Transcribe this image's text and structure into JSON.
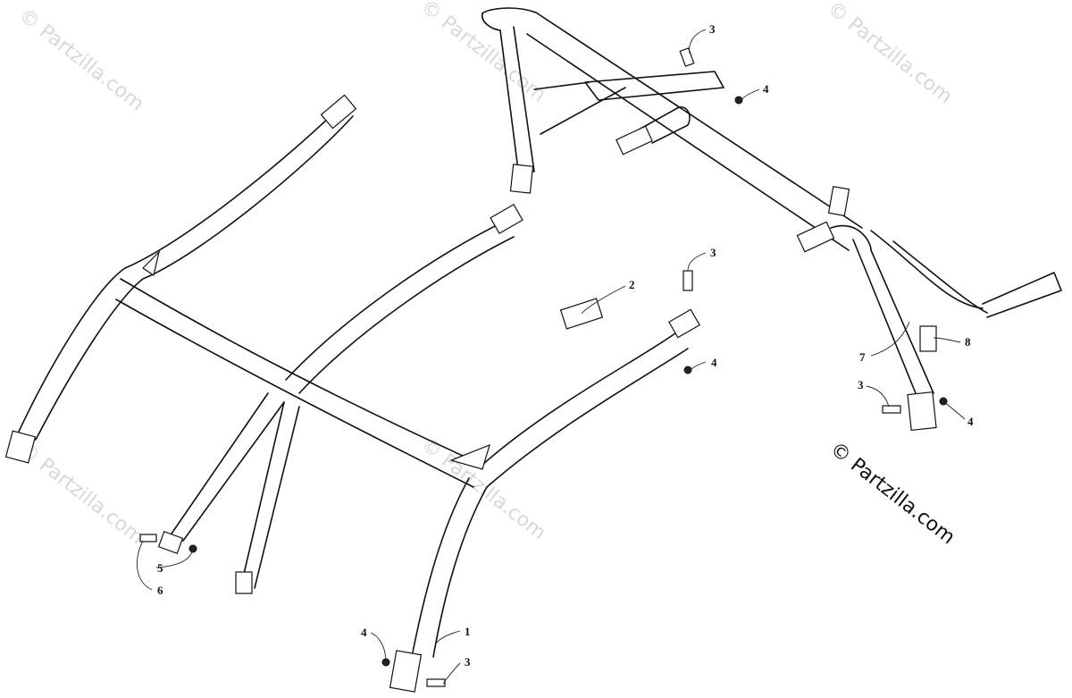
{
  "diagram": {
    "copyright": "© Partzilla.com",
    "watermark": "© Partzilla.com",
    "callouts": {
      "c1": "1",
      "c2": "2",
      "c3_top": "3",
      "c3_mid": "3",
      "c3_right": "3",
      "c3_bottom": "3",
      "c4_top": "4",
      "c4_mid": "4",
      "c4_right": "4",
      "c4_bottom": "4",
      "c5": "5",
      "c6": "6",
      "c7": "7",
      "c8": "8"
    }
  }
}
